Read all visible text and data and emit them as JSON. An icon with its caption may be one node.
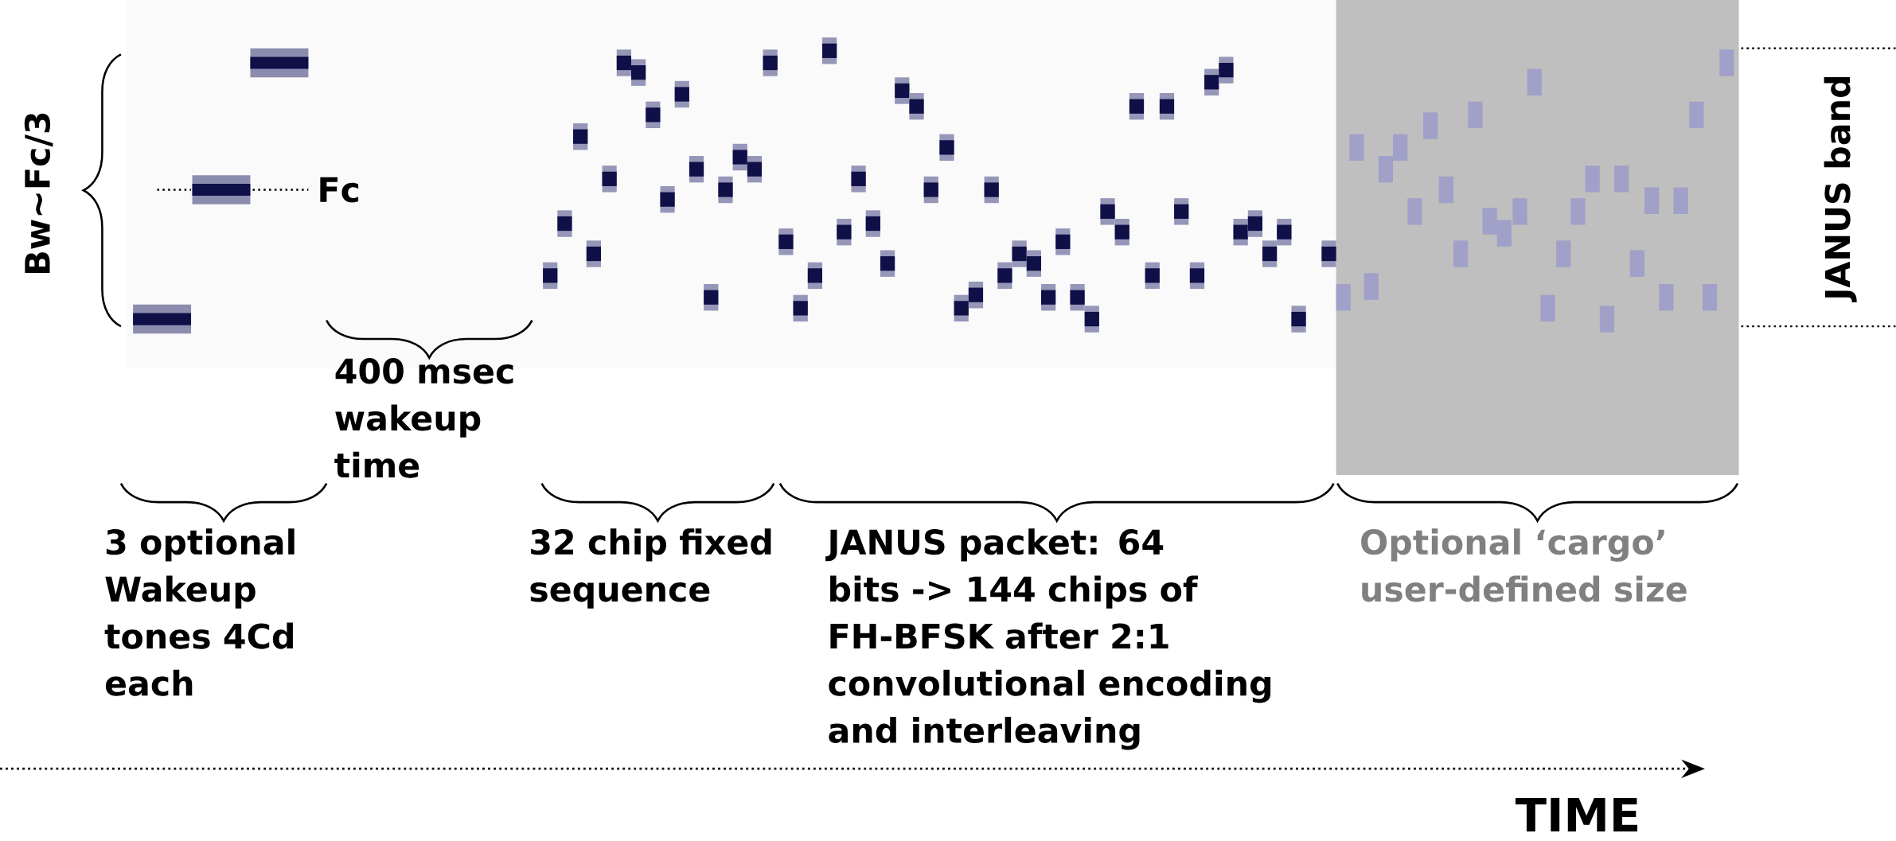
{
  "diagram": {
    "labels": [
      "Bw~Fc/3",
      "Fc",
      "JANUS band",
      "400 msec wakeup time",
      "3 optional Wakeup tones 4Cd each",
      "32 chip fixed sequence",
      "JANUS packet: 64 bits -> 144 chips of FH-BFSK after 2:1 convolutional encoding and interleaving",
      "Optional ‘cargo’ user-defined size",
      "TIME"
    ]
  }
}
